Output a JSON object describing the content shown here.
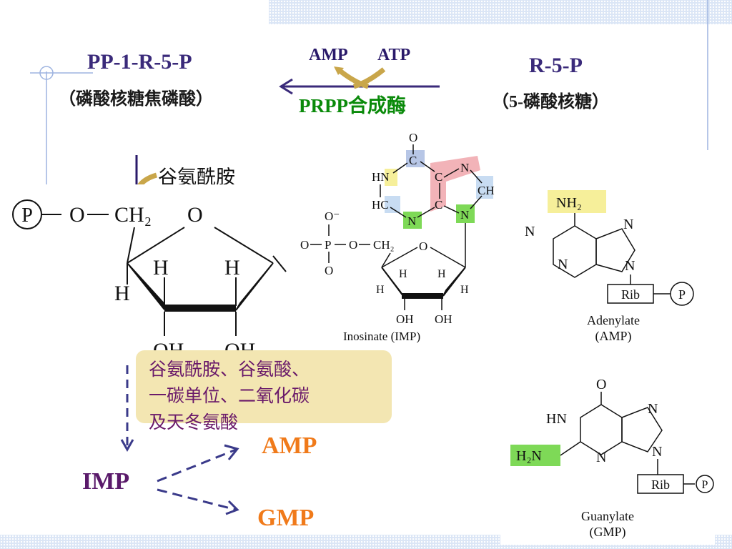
{
  "header": {
    "left_title": "PP-1-R-5-P",
    "left_subtitle": "（磷酸核糖焦磷酸）",
    "right_title": "R-5-P",
    "right_subtitle": "（5-磷酸核糖）",
    "cofactor_amp": "AMP",
    "cofactor_atp": "ATP",
    "enzyme": "PRPP合成酶"
  },
  "glutamine_label": "谷氨酰胺",
  "ribose": {
    "phosphate": "P",
    "o_link": "O",
    "ch2": "CH₂",
    "ring_o": "O",
    "h_left": "H",
    "h_mid1": "H",
    "h_mid2": "H",
    "oh1": "OH",
    "oh2": "OH"
  },
  "imp_structure": {
    "caption": "Inosinate (IMP)",
    "o_top": "O",
    "c_top": "C",
    "hn": "HN",
    "c_right": "C",
    "n_top": "N",
    "ch": "CH",
    "hc": "HC",
    "n_mid": "N",
    "c_mid": "C",
    "n_right": "N",
    "phos_o_minus": "O⁻",
    "phos_o_left": "O",
    "phos_p": "P",
    "phos_o_right": "O",
    "phos_ch2": "CH₂",
    "phos_o_bottom": "O",
    "ring_o": "O",
    "h1": "H",
    "h2": "H",
    "h3": "H",
    "h4": "H",
    "oh1": "OH",
    "oh2": "OH"
  },
  "amp_structure": {
    "nh2": "NH₂",
    "n1": "N",
    "n2": "N",
    "n3": "N",
    "n4": "N",
    "rib": "Rib",
    "p": "P",
    "caption_line1": "Adenylate",
    "caption_line2": "(AMP)"
  },
  "gmp_structure": {
    "o": "O",
    "hn": "HN",
    "n1": "N",
    "h2n": "H₂N",
    "n2": "N",
    "n3": "N",
    "rib": "Rib",
    "p": "P",
    "caption_line1": "Guanylate",
    "caption_line2": "(GMP)"
  },
  "note": {
    "line1": "谷氨酰胺、谷氨酸、",
    "line2": "一碳单位、二氧化碳",
    "line3": "及天冬氨酸"
  },
  "pathway": {
    "imp": "IMP",
    "amp": "AMP",
    "gmp": "GMP"
  },
  "colors": {
    "title": "#3a2a7a",
    "enzyme": "#0a8a0a",
    "product": "#f07a1a",
    "imp": "#5a1a6a",
    "note_bg": "#f3e6b2",
    "highlight_yellow": "#f6ef9a",
    "highlight_green": "#7ed957",
    "highlight_pink": "#f2b3b8",
    "highlight_blue": "#c8dcf2",
    "highlight_slate": "#b7c6e6"
  }
}
